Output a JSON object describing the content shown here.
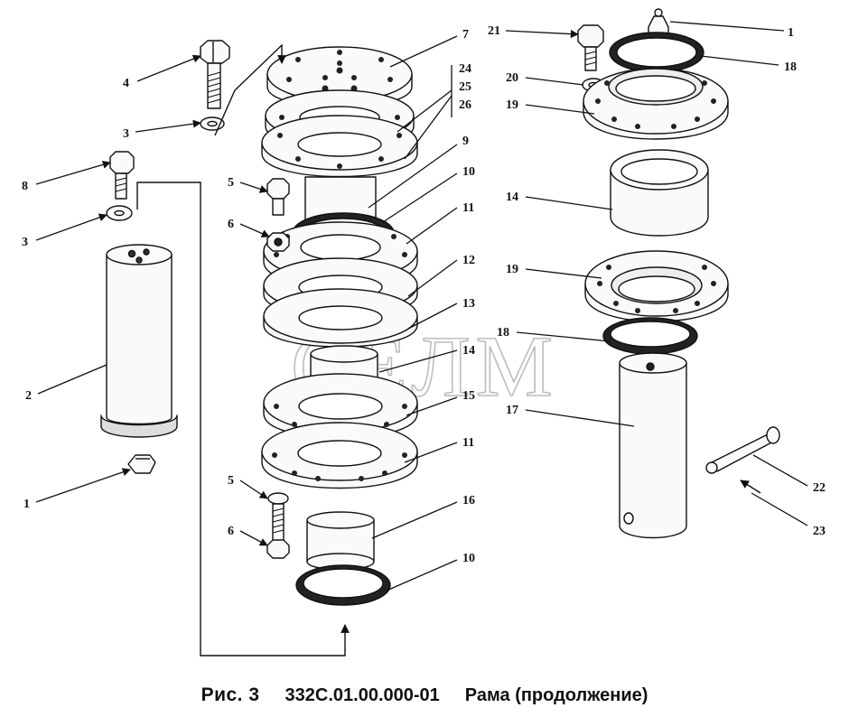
{
  "caption": {
    "figure": "Рис. 3",
    "part_number": "332С.01.00.000-01",
    "title": "Рама (продолжение)"
  },
  "watermark": "СЕЛМ",
  "callouts": [
    {
      "id": "c1",
      "text": "7"
    },
    {
      "id": "c2",
      "text": "24"
    },
    {
      "id": "c3",
      "text": "25"
    },
    {
      "id": "c4",
      "text": "26"
    },
    {
      "id": "c5",
      "text": "9"
    },
    {
      "id": "c6",
      "text": "10"
    },
    {
      "id": "c7",
      "text": "11"
    },
    {
      "id": "c8",
      "text": "12"
    },
    {
      "id": "c9",
      "text": "13"
    },
    {
      "id": "c10",
      "text": "14"
    },
    {
      "id": "c11",
      "text": "15"
    },
    {
      "id": "c12",
      "text": "11"
    },
    {
      "id": "c13",
      "text": "16"
    },
    {
      "id": "c14",
      "text": "10"
    },
    {
      "id": "c15",
      "text": "4"
    },
    {
      "id": "c16",
      "text": "3"
    },
    {
      "id": "c17",
      "text": "8"
    },
    {
      "id": "c18",
      "text": "3"
    },
    {
      "id": "c19",
      "text": "2"
    },
    {
      "id": "c20",
      "text": "1"
    },
    {
      "id": "c21",
      "text": "5"
    },
    {
      "id": "c22",
      "text": "6"
    },
    {
      "id": "c23",
      "text": "5"
    },
    {
      "id": "c24",
      "text": "6"
    },
    {
      "id": "c25",
      "text": "21"
    },
    {
      "id": "c26",
      "text": "1"
    },
    {
      "id": "c27",
      "text": "18"
    },
    {
      "id": "c28",
      "text": "20"
    },
    {
      "id": "c29",
      "text": "19"
    },
    {
      "id": "c30",
      "text": "14"
    },
    {
      "id": "c31",
      "text": "19"
    },
    {
      "id": "c32",
      "text": "18"
    },
    {
      "id": "c33",
      "text": "17"
    },
    {
      "id": "c34",
      "text": "22"
    },
    {
      "id": "c35",
      "text": "23"
    }
  ]
}
